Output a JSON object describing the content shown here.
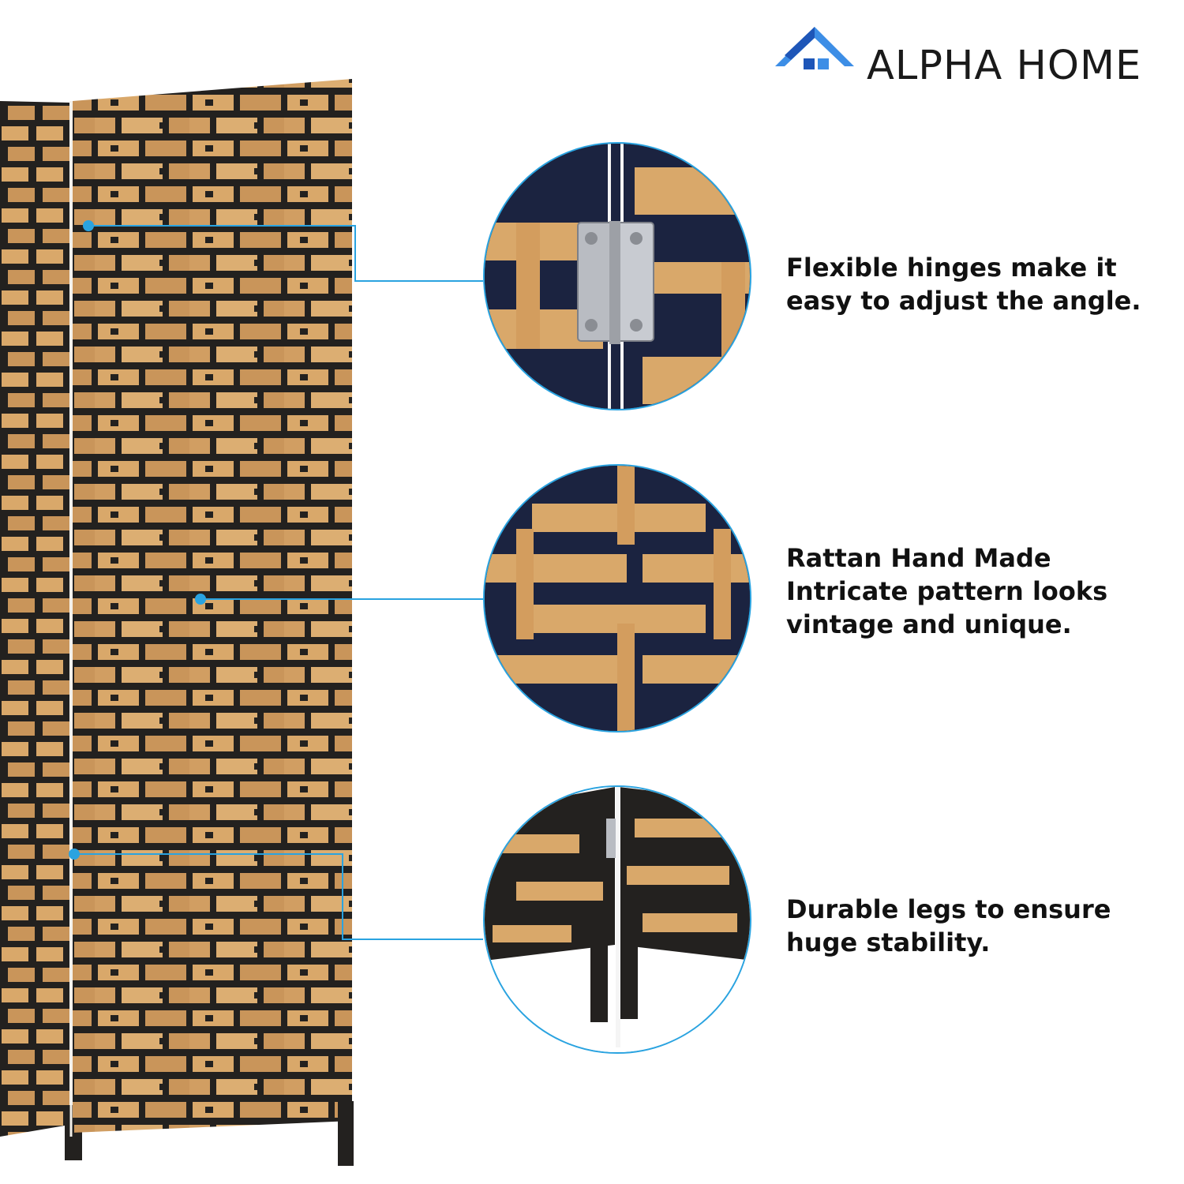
{
  "brand": {
    "name": "ALPHA HOME",
    "logo_icon": "house-roof-icon",
    "logo_colors": [
      "#1e56b8",
      "#3d8ee6"
    ]
  },
  "colors": {
    "accent": "#2aa3e0",
    "rattan_light": "#d9a86a",
    "rattan_dark": "#23211f",
    "detail_dark": "#1b2340"
  },
  "features": [
    {
      "lines": [
        "Flexible hinges make it",
        "easy to adjust the angle."
      ],
      "detail": "hinge-closeup"
    },
    {
      "lines": [
        "Rattan Hand Made",
        "Intricate pattern looks",
        "vintage and unique."
      ],
      "detail": "weave-closeup"
    },
    {
      "lines": [
        "Durable legs to ensure",
        "huge stability."
      ],
      "detail": "legs-closeup"
    }
  ]
}
